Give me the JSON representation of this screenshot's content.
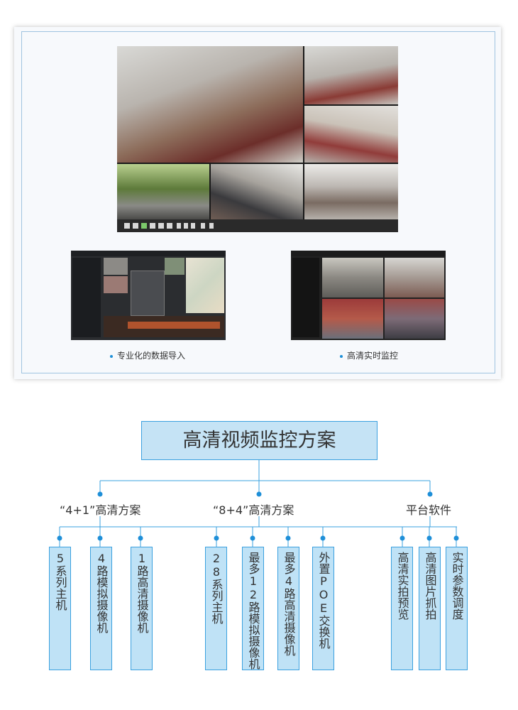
{
  "showcase": {
    "captions": [
      "专业化的数据导入",
      "高清实时监控"
    ]
  },
  "diagram": {
    "title": "高清视频监控方案",
    "categories": [
      {
        "label": "“4+1”高清方案",
        "items": [
          "5系列主机",
          "4路模拟摄像机",
          "1路高清摄像机"
        ]
      },
      {
        "label": "“8+4”高清方案",
        "items": [
          "28系列主机",
          "最多12路模拟摄像机",
          "最多4路高清摄像机",
          "外置POE交换机"
        ]
      },
      {
        "label": "平台软件",
        "items": [
          "高清实拍预览",
          "高清图片抓拍",
          "实时参数调度"
        ]
      }
    ]
  },
  "colors": {
    "accent": "#3aa0df",
    "box_fill": "#bfe2f6",
    "title_fill": "#c5e3f5"
  }
}
